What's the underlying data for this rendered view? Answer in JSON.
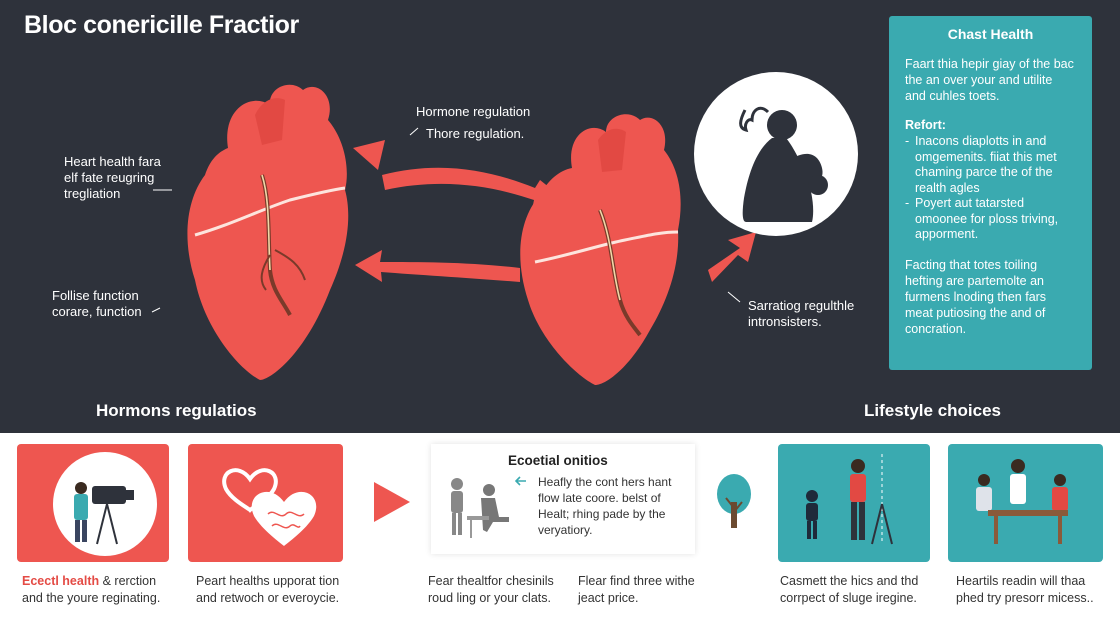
{
  "title": "Bloc conericille Fractior",
  "labels": {
    "left_a": "Heart health fara\nelf fate reugring\ntregliation",
    "left_b": "Follise function\ncorare, function",
    "mid_a": "Hormone regulation",
    "mid_b": "Thore regulation.",
    "right_a": "Sarratiog regulthle\nintronsisters."
  },
  "panel": {
    "title": "Chast Health",
    "intro": "Faart thia hepir giay of the bac the an over your and utilite and cuhles toets.",
    "sub": "Refort:",
    "items": [
      "Inacons diaplotts in and omgemenits. fiiat this met chaming parce the of the realth agles",
      "Poyert aut tatarsted omoonee for ploss triving, apporment."
    ],
    "outro": "Facting that totes toiling hefting are partemolte an furmens lnoding then fars meat putiosing the and of concration."
  },
  "sections": {
    "left": "Hormons regulatios",
    "right": "Lifestyle choices"
  },
  "mid_card": {
    "title": "Ecoetial onitios",
    "text": "Heafly the cont hers hant\nflow late coore. belst of\nHealt; rhing pade by the\nveryatiory."
  },
  "bottom": {
    "t1_accent": "Ecectl health",
    "t1_rest": " & rerction\nand the youre reginating.",
    "t2": "Peart healths upporat tion\nand retwoch or everoycie.",
    "t3": "Fear thealtfor chesinils\nroud ling or your clats.",
    "t4": "Flear find three withe\njeact price.",
    "t5": "Casmett the hics and thd\ncorrpect of sluge iregine.",
    "t6": "Heartils readin will thaa\nphed try presorr micess.."
  },
  "colors": {
    "dark_bg": "#2e323b",
    "heart_red": "#ee5650",
    "teal": "#3aaab0"
  }
}
